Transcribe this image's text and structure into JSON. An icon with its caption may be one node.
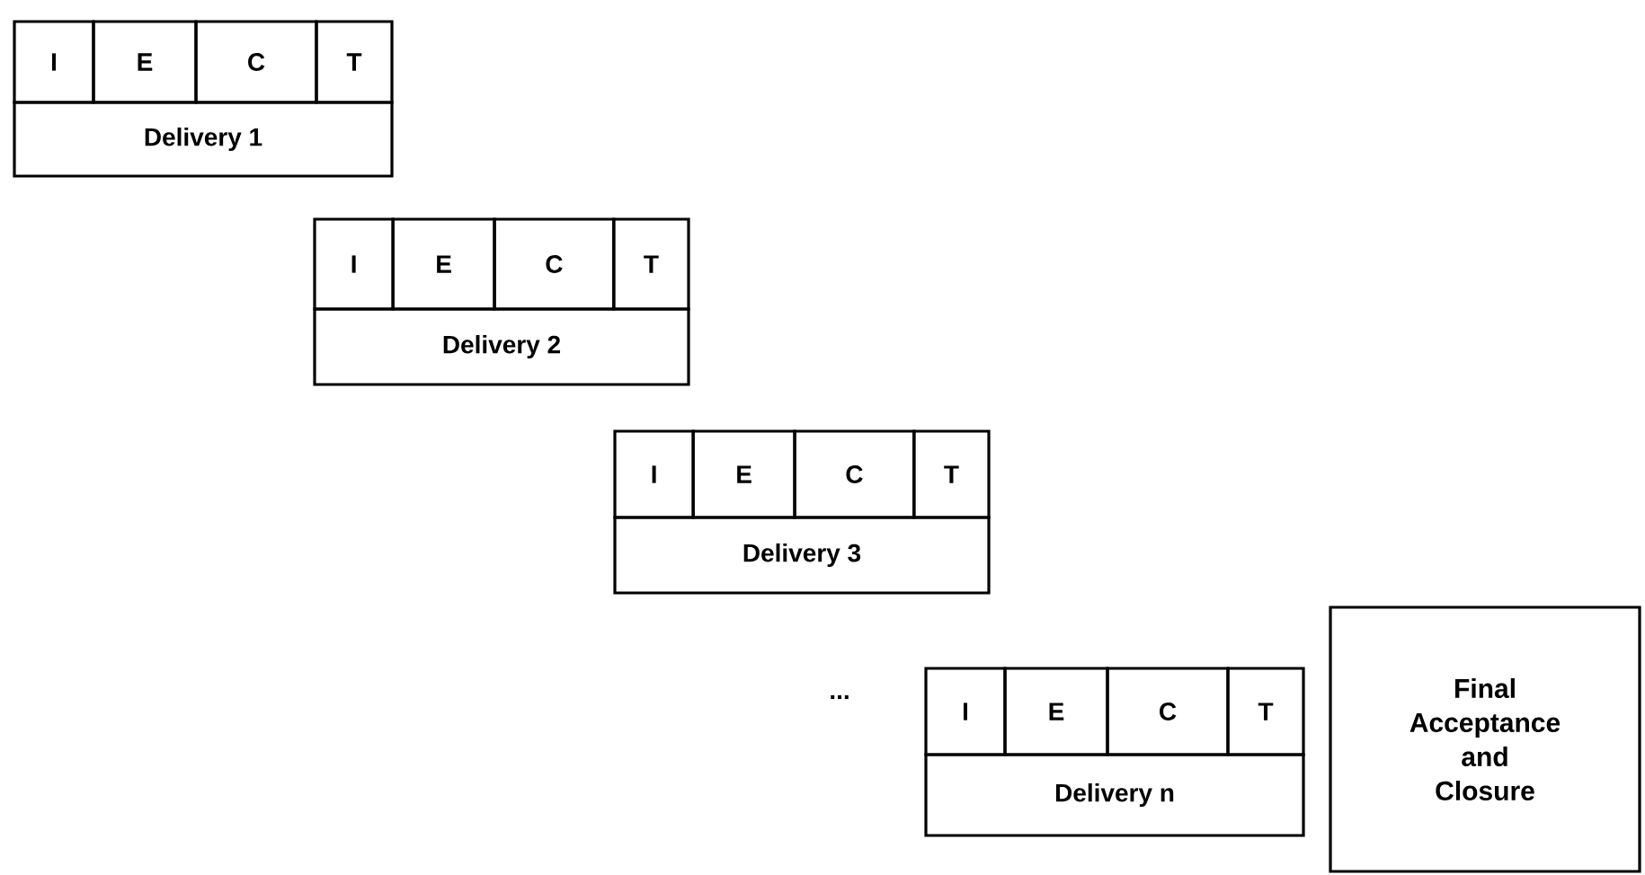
{
  "diagram": {
    "nodes": [
      {
        "text": [
          "I"
        ]
      },
      {
        "text": [
          "E"
        ]
      },
      {
        "text": [
          "C"
        ]
      },
      {
        "text": [
          "T"
        ]
      },
      {
        "text": [
          "Delivery 1"
        ]
      },
      {
        "text": [
          "I"
        ]
      },
      {
        "text": [
          "E"
        ]
      },
      {
        "text": [
          "C"
        ]
      },
      {
        "text": [
          "T"
        ]
      },
      {
        "text": [
          "Delivery 2"
        ]
      },
      {
        "text": [
          "I"
        ]
      },
      {
        "text": [
          "E"
        ]
      },
      {
        "text": [
          "C"
        ]
      },
      {
        "text": [
          "T"
        ]
      },
      {
        "text": [
          "Delivery 3"
        ]
      },
      {
        "text": [
          "I"
        ]
      },
      {
        "text": [
          "E"
        ]
      },
      {
        "text": [
          "C"
        ]
      },
      {
        "text": [
          "T"
        ]
      },
      {
        "text": [
          "Delivery n"
        ]
      },
      {
        "text": [
          "Final Acceptance and Closure"
        ]
      }
    ],
    "labels": [
      "..."
    ]
  }
}
